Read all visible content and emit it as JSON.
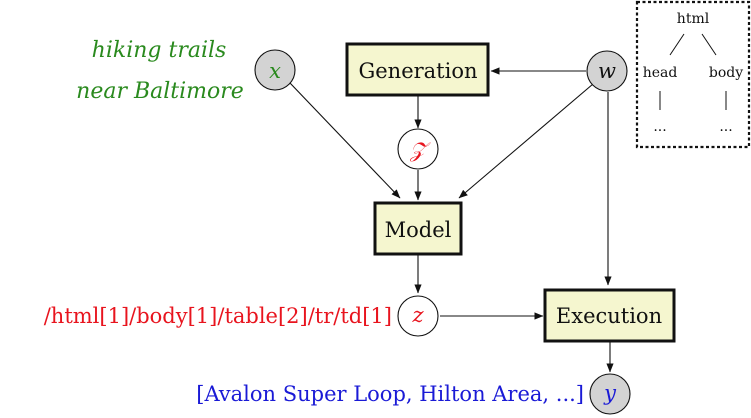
{
  "colors": {
    "input_green": "#2a8a1e",
    "red": "#e8141e",
    "blue": "#1a1ad6",
    "node_gray": "#d3d3d3",
    "box_fill": "#f5f6cf",
    "stroke": "#111111"
  },
  "input_text": {
    "line1": "hiking trails",
    "line2": "near Baltimore"
  },
  "nodes": {
    "x": "x",
    "w": "w",
    "Z": "𝒵",
    "z": "z",
    "y": "y"
  },
  "boxes": {
    "generation": "Generation",
    "model": "Model",
    "execution": "Execution"
  },
  "xpath": "/html[1]/body[1]/table[2]/tr/td[1]",
  "answer": "[Avalon Super Loop, Hilton Area, ...]",
  "tree": {
    "root": "html",
    "left": "head",
    "right": "body",
    "left_child": "...",
    "right_child": "..."
  }
}
